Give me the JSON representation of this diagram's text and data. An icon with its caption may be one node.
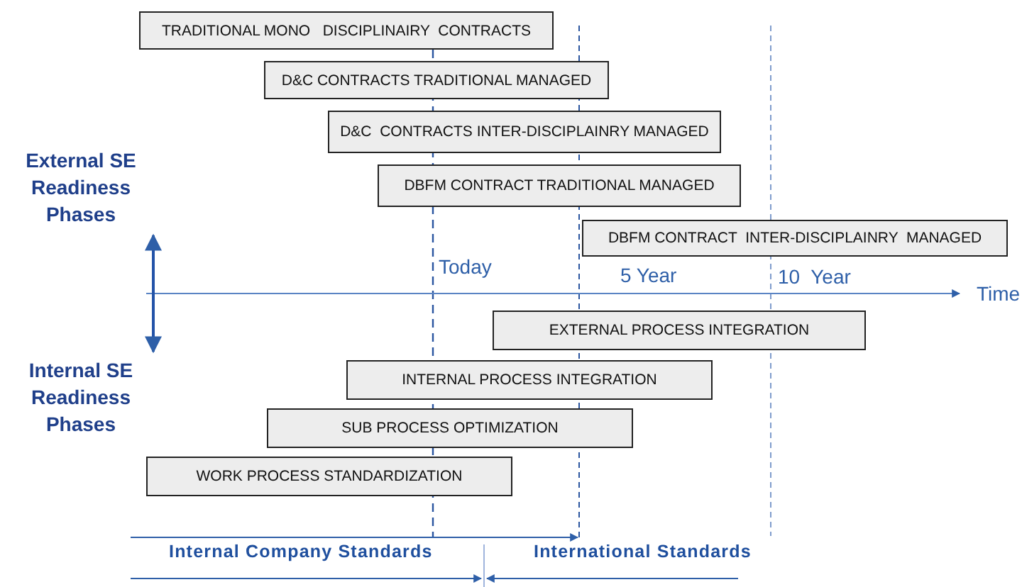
{
  "diagram": {
    "nodes": [
      {
        "text": [
          "TRADITIONAL MONO   DISCIPLINAIRY  CONTRACTS"
        ]
      },
      {
        "text": [
          "D&C CONTRACTS TRADITIONAL MANAGED"
        ]
      },
      {
        "text": [
          "D&C  CONTRACTS INTER-DISCIPLAINRY MANAGED"
        ]
      },
      {
        "text": [
          "DBFM CONTRACT TRADITIONAL MANAGED"
        ]
      },
      {
        "text": [
          "DBFM CONTRACT  INTER-DISCIPLAINRY  MANAGED"
        ]
      },
      {
        "text": [
          "EXTERNAL PROCESS INTEGRATION"
        ]
      },
      {
        "text": [
          "INTERNAL PROCESS INTEGRATION"
        ]
      },
      {
        "text": [
          "SUB PROCESS OPTIMIZATION"
        ]
      },
      {
        "text": [
          "WORK PROCESS STANDARDIZATION"
        ]
      }
    ],
    "labels": [
      "External SE Readiness Phases",
      "Today",
      "5 Year",
      "10  Year",
      "Time",
      "Internal SE Readiness Phases",
      "Internal Company Standards",
      "International Standards"
    ]
  }
}
